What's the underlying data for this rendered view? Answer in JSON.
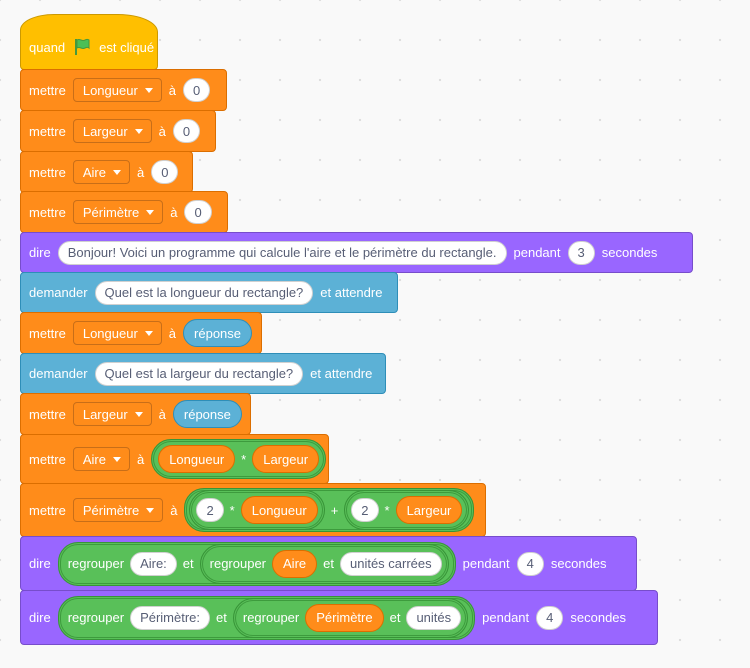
{
  "colors": {
    "events": "#ffbf00",
    "variables": "#ff8c1a",
    "looks": "#9966ff",
    "sensing": "#5cb1d6",
    "operators": "#59c059",
    "flag": "#4cbf56"
  },
  "icons": {
    "green_flag": "green-flag-icon",
    "dropdown": "dropdown-caret-icon"
  },
  "blocks": {
    "hat": {
      "when": "quand",
      "clicked": "est cliqué"
    },
    "set1": {
      "word": "mettre",
      "var": "Longueur",
      "to": "à",
      "value": "0"
    },
    "set2": {
      "word": "mettre",
      "var": "Largeur",
      "to": "à",
      "value": "0"
    },
    "set3": {
      "word": "mettre",
      "var": "Aire",
      "to": "à",
      "value": "0"
    },
    "set4": {
      "word": "mettre",
      "var": "Périmètre",
      "to": "à",
      "value": "0"
    },
    "say1": {
      "word": "dire",
      "text": "Bonjour! Voici un programme qui calcule l'aire et le périmètre du rectangle.",
      "for": "pendant",
      "secs": "3",
      "unit": "secondes"
    },
    "ask1": {
      "word": "demander",
      "text": "Quel est la longueur du rectangle?",
      "wait": "et attendre"
    },
    "set5": {
      "word": "mettre",
      "var": "Longueur",
      "to": "à",
      "answer": "réponse"
    },
    "ask2": {
      "word": "demander",
      "text": "Quel est la largeur du rectangle?",
      "wait": "et attendre"
    },
    "set6": {
      "word": "mettre",
      "var": "Largeur",
      "to": "à",
      "answer": "réponse"
    },
    "set7": {
      "word": "mettre",
      "var": "Aire",
      "to": "à",
      "left": "Longueur",
      "op": "*",
      "right": "Largeur"
    },
    "set8": {
      "word": "mettre",
      "var": "Périmètre",
      "to": "à",
      "n1": "2",
      "op1": "*",
      "v1": "Longueur",
      "plus": "+",
      "n2": "2",
      "op2": "*",
      "v2": "Largeur"
    },
    "say2": {
      "word": "dire",
      "join": "regrouper",
      "label": "Aire:",
      "and": "et",
      "join2": "regrouper",
      "var": "Aire",
      "and2": "et",
      "unit_text": "unités carrées",
      "for": "pendant",
      "secs": "4",
      "unit": "secondes"
    },
    "say3": {
      "word": "dire",
      "join": "regrouper",
      "label": "Périmètre:",
      "and": "et",
      "join2": "regrouper",
      "var": "Périmètre",
      "and2": "et",
      "unit_text": "unités",
      "for": "pendant",
      "secs": "4",
      "unit": "secondes"
    }
  }
}
